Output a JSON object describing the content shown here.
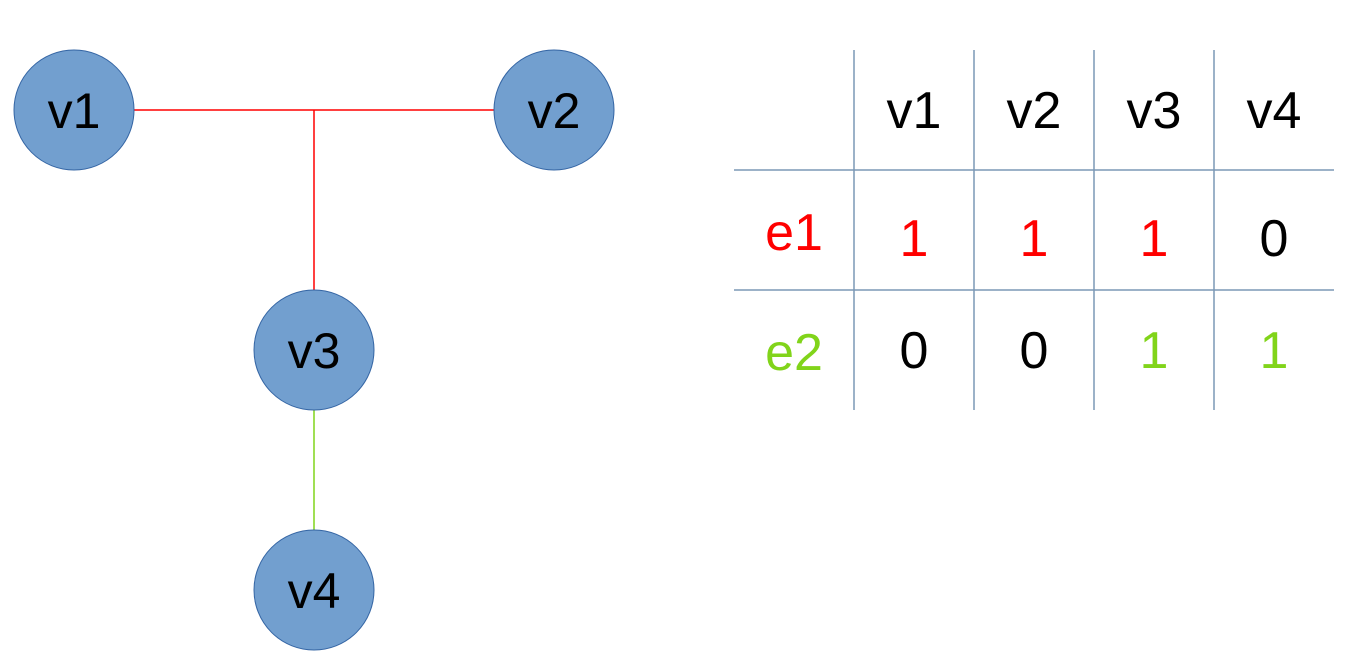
{
  "colors": {
    "node_fill": "#729fcf",
    "node_stroke": "#3465a4",
    "edge_e1": "#ff0000",
    "edge_e2": "#81d41a",
    "grid": "#7b98b5",
    "text": "#000000"
  },
  "graph": {
    "nodes": [
      {
        "id": "v1",
        "label": "v1"
      },
      {
        "id": "v2",
        "label": "v2"
      },
      {
        "id": "v3",
        "label": "v3"
      },
      {
        "id": "v4",
        "label": "v4"
      }
    ],
    "hyperedges": [
      {
        "id": "e1",
        "members": [
          "v1",
          "v2",
          "v3"
        ],
        "color": "#ff0000"
      },
      {
        "id": "e2",
        "members": [
          "v3",
          "v4"
        ],
        "color": "#81d41a"
      }
    ]
  },
  "incidence_table": {
    "columns": [
      "v1",
      "v2",
      "v3",
      "v4"
    ],
    "rows": [
      {
        "label": "e1",
        "color": "#ff0000",
        "values": [
          "1",
          "1",
          "1",
          "0"
        ]
      },
      {
        "label": "e2",
        "color": "#81d41a",
        "values": [
          "0",
          "0",
          "1",
          "1"
        ]
      }
    ]
  }
}
